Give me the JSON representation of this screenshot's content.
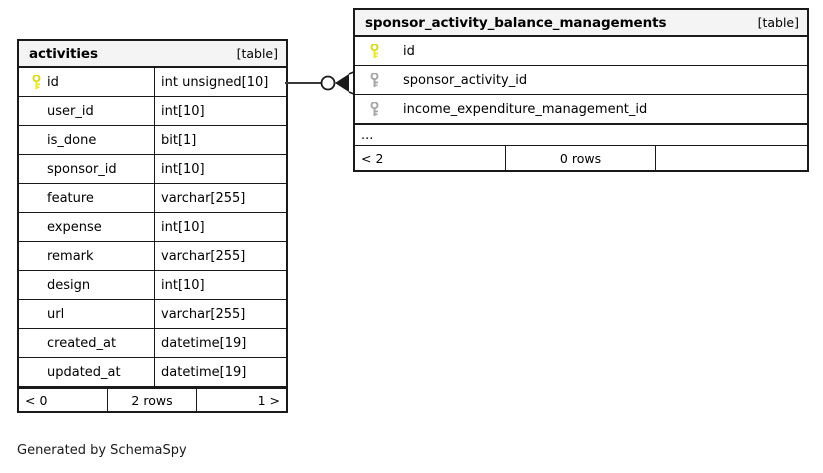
{
  "diagram": {
    "caption": "Generated by SchemaSpy",
    "tag_label": "[table]",
    "ellipsis": "...",
    "colors": {
      "primary_key_icon": "#e8e82b",
      "foreign_key_icon": "#a6a6a6",
      "border": "#1a1a1a",
      "header_background": "#f4f4f4",
      "page_background": "#ffffff"
    }
  },
  "tables": [
    {
      "id": "activities",
      "title": "activities",
      "tag": "[table]",
      "columns": [
        {
          "name": "id",
          "type": "int unsigned[10]",
          "key": "primary"
        },
        {
          "name": "user_id",
          "type": "int[10]",
          "key": "none"
        },
        {
          "name": "is_done",
          "type": "bit[1]",
          "key": "none"
        },
        {
          "name": "sponsor_id",
          "type": "int[10]",
          "key": "none"
        },
        {
          "name": "feature",
          "type": "varchar[255]",
          "key": "none"
        },
        {
          "name": "expense",
          "type": "int[10]",
          "key": "none"
        },
        {
          "name": "remark",
          "type": "varchar[255]",
          "key": "none"
        },
        {
          "name": "design",
          "type": "int[10]",
          "key": "none"
        },
        {
          "name": "url",
          "type": "varchar[255]",
          "key": "none"
        },
        {
          "name": "created_at",
          "type": "datetime[19]",
          "key": "none"
        },
        {
          "name": "updated_at",
          "type": "datetime[19]",
          "key": "none"
        }
      ],
      "has_ellipsis_row": false,
      "footer": {
        "left": "< 0",
        "center": "2 rows",
        "right": "1 >"
      }
    },
    {
      "id": "sponsor_activity_balance_managements",
      "title": "sponsor_activity_balance_managements",
      "tag": "[table]",
      "columns": [
        {
          "name": "id",
          "type": "",
          "key": "primary"
        },
        {
          "name": "sponsor_activity_id",
          "type": "",
          "key": "foreign"
        },
        {
          "name": "income_expenditure_management_id",
          "type": "",
          "key": "foreign"
        }
      ],
      "has_ellipsis_row": true,
      "footer": {
        "left": "< 2",
        "center": "0 rows",
        "right": ""
      }
    }
  ],
  "relationship": {
    "from_table": "activities",
    "from_column": "id",
    "to_table": "sponsor_activity_balance_managements",
    "to_column": "sponsor_activity_id",
    "from_cardinality": "one",
    "to_cardinality": "zero-or-many",
    "notation": "crows-foot"
  }
}
